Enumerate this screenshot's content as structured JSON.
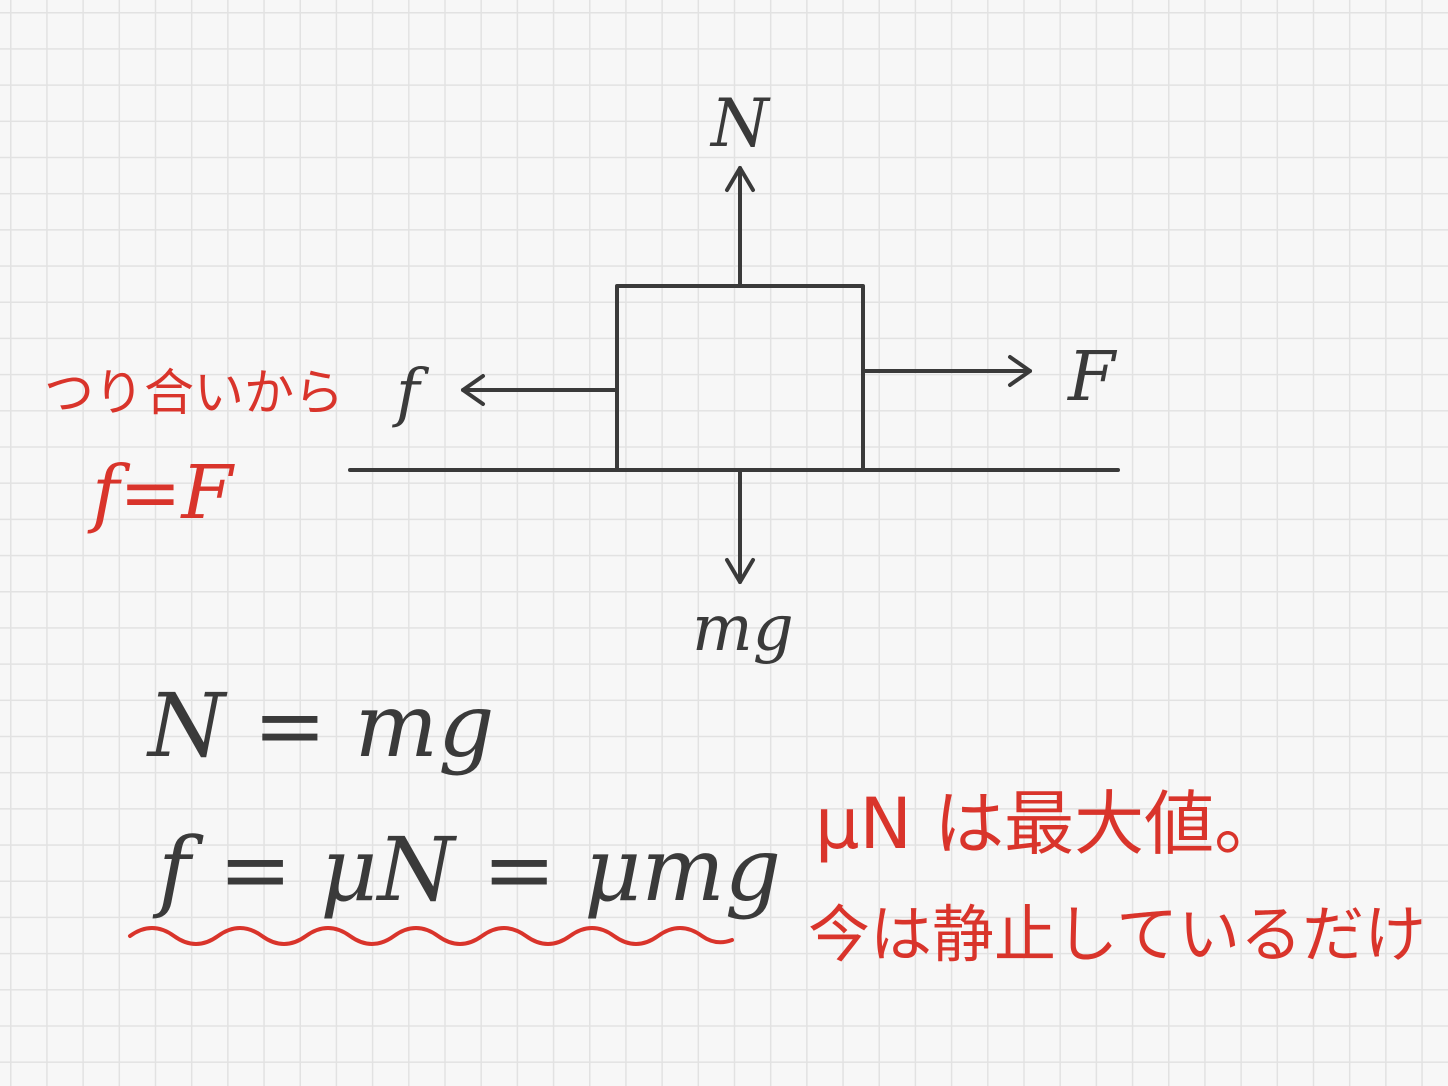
{
  "diagram": {
    "force_labels": {
      "normal": "N",
      "applied": "F",
      "friction": "f",
      "gravity": "mg"
    },
    "annotation_left": {
      "line1": "つり合いから",
      "line2": "f=F"
    },
    "equations": {
      "line1": "N = mg",
      "line2": "f = μN = μmg"
    },
    "annotation_right": {
      "line1": "μN は最大値。",
      "line2": "今は静止しているだけ"
    },
    "colors": {
      "ink": "#3a3a3a",
      "accent_red": "#d9342b",
      "paper": "#f7f7f7",
      "grid": "#e2e2e2"
    }
  }
}
